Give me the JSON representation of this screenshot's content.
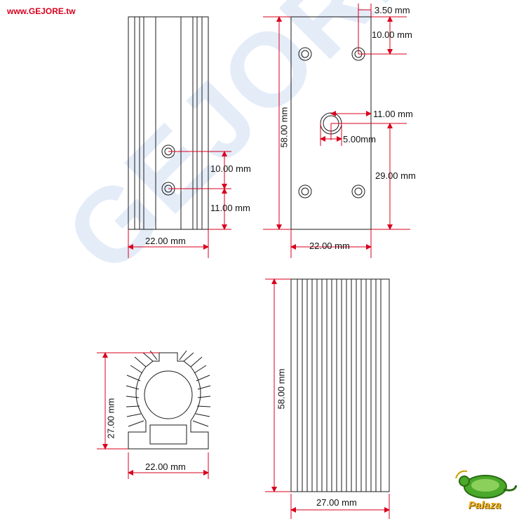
{
  "header": {
    "site_url": "www.GEJORE.tw"
  },
  "watermark": {
    "brand": "GEJORE"
  },
  "logo": {
    "text": "Palaza"
  },
  "colors": {
    "dimension": "#d8001e",
    "outline": "#1a1a1a",
    "watermark": "#e4ecf8"
  },
  "views": {
    "side": {
      "width_label": "22.00 mm",
      "hole_spacing_label": "10.00 mm",
      "bottom_offset_label": "11.00 mm"
    },
    "top": {
      "edge_offset_label": "3.50 mm",
      "top_offset_label": "10.00 mm",
      "hole_center_label": "11.00 mm",
      "hole_diameter_label": "5.00mm",
      "center_height_label": "29.00 mm",
      "length_label": "58.00 mm",
      "width_label": "22.00 mm"
    },
    "front": {
      "height_label": "27.00 mm",
      "width_label": "22.00 mm"
    },
    "fins": {
      "length_label": "58.00 mm",
      "width_label": "27.00 mm"
    }
  }
}
